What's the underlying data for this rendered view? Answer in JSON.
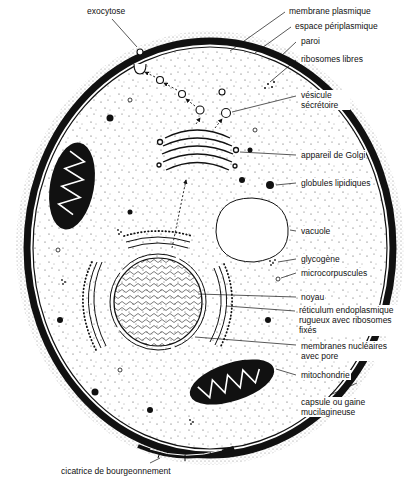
{
  "diagram": {
    "labels": [
      "exocytose",
      "membrane plasmique",
      "espace périplasmique",
      "paroi",
      "ribosomes libres",
      "vésicule sécrétoire",
      "appareil de Golgi",
      "globules lipidiques",
      "vacuole",
      "glycogène",
      "microcorpuscules",
      "noyau",
      "réticulum endoplasmique rugueux avec ribosomes fixés",
      "membranes nucléaires avec pore",
      "mitochondrie",
      "capsule ou gaine mucilagineuse",
      "cicatrice de bourgeonnement"
    ]
  }
}
